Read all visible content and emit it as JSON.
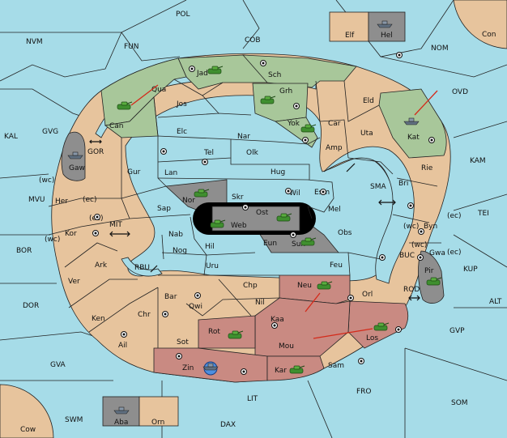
{
  "map": {
    "colors": {
      "sea": "#a6dce8",
      "land": "#e7c49d",
      "green": "#a8c79a",
      "red": "#c98a82",
      "gray": "#8e8e8e",
      "arrow": "#d42a1a"
    },
    "sea_regions": [
      "POL",
      "NVM",
      "FUN",
      "COB",
      "NOM",
      "OVD",
      "Con",
      "KAL",
      "GVG",
      "GOR",
      "KAM",
      "MVU",
      "(wc)",
      "MIT",
      "SMA",
      "TEI",
      "BOR",
      "RBU",
      "BUC",
      "KUP",
      "DOR",
      "ROD",
      "ALT",
      "GVP",
      "GVA",
      "FRO",
      "SOM",
      "LIT",
      "SWM",
      "DAX",
      "Cow"
    ],
    "land_regions": [
      "Jad",
      "Sch",
      "Qua",
      "Jos",
      "Grh",
      "Eld",
      "Can",
      "Elc",
      "Nar",
      "Yok",
      "Car",
      "Uta",
      "Kat",
      "Tel",
      "Olk",
      "Amp",
      "Gur",
      "Lan",
      "Hug",
      "Rie",
      "Gaw",
      "Her",
      "(ec)",
      "Nor",
      "Skr",
      "Wil",
      "Esm",
      "Bri",
      "Sap",
      "Ost",
      "Web",
      "Mel",
      "Byn",
      "Kor",
      "Nab",
      "Eun",
      "Sun",
      "Obs",
      "Gwa",
      "Hil",
      "Nog",
      "Ark",
      "Uru",
      "Feu",
      "Pir",
      "Ver",
      "Neu",
      "Orl",
      "Bar",
      "Chp",
      "Qwi",
      "Nil",
      "Ken",
      "Chr",
      "Kaa",
      "Rot",
      "Los",
      "Ail",
      "Sot",
      "Mou",
      "Zin",
      "Kar",
      "Sam",
      "Elf",
      "Hel",
      "Aba",
      "Orn"
    ],
    "units": [
      {
        "type": "army",
        "region": "Can"
      },
      {
        "type": "army",
        "region": "Jad"
      },
      {
        "type": "army",
        "region": "Grh"
      },
      {
        "type": "army",
        "region": "Yok"
      },
      {
        "type": "fleet",
        "region": "Kat"
      },
      {
        "type": "fleet",
        "region": "Gaw"
      },
      {
        "type": "army",
        "region": "Nor"
      },
      {
        "type": "army",
        "region": "Web"
      },
      {
        "type": "army",
        "region": "Ost"
      },
      {
        "type": "army",
        "region": "Sun"
      },
      {
        "type": "army",
        "region": "Pir"
      },
      {
        "type": "army",
        "region": "Neu"
      },
      {
        "type": "army",
        "region": "Rot"
      },
      {
        "type": "army",
        "region": "Los"
      },
      {
        "type": "fleet",
        "region": "Zin"
      },
      {
        "type": "army",
        "region": "Kar"
      },
      {
        "type": "fleet",
        "region": "Hel"
      },
      {
        "type": "fleet",
        "region": "Aba"
      }
    ],
    "marker_icons": [
      "army-icon",
      "fleet-icon",
      "supply-center-icon",
      "move-arrow-icon",
      "two-way-arrow-icon"
    ]
  }
}
